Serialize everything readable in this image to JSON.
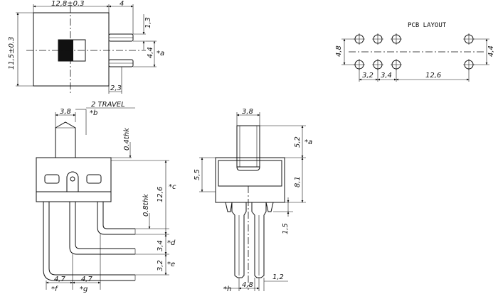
{
  "top_view": {
    "width_dim": "12,8±0.3",
    "height_dim": "11,5±0.3",
    "pin_length_dim": "4",
    "pin_width_dim": "1,3",
    "pin_spacing_dim": "4,4",
    "pin_spacing_note": "*a",
    "pin_offset_dim": "2,3"
  },
  "pcb_layout": {
    "title": "PCB LAYOUT",
    "row_spacing_left": "4,8",
    "row_spacing_right": "4,4",
    "hole_spacing_1": "3,2",
    "hole_spacing_2": "3,4",
    "hole_spacing_3": "12,6"
  },
  "front_view": {
    "actuator_width": "3,8",
    "travel": "2 TRAVEL",
    "travel_note": "*b",
    "cover_thickness": "0.4thk",
    "pin_thickness": "0.8thk",
    "height_dim": "12,6",
    "height_note": "*c",
    "lower_dim_1": "3,4",
    "lower_dim_1_note": "*d",
    "lower_dim_2": "3,2",
    "lower_dim_2_note": "*e",
    "pitch_1": "4,7",
    "pitch_1_note": "*f",
    "pitch_2": "4,7",
    "pitch_2_note": "*g"
  },
  "side_view": {
    "actuator_width": "3,8",
    "actuator_height": "5,2",
    "actuator_note": "*a",
    "body_height_left": "5,5",
    "body_height_right": "8,1",
    "standoff": "1,5",
    "pin_width": "1,2",
    "pin_pitch": "4,8",
    "pin_pitch_note": "*h"
  }
}
